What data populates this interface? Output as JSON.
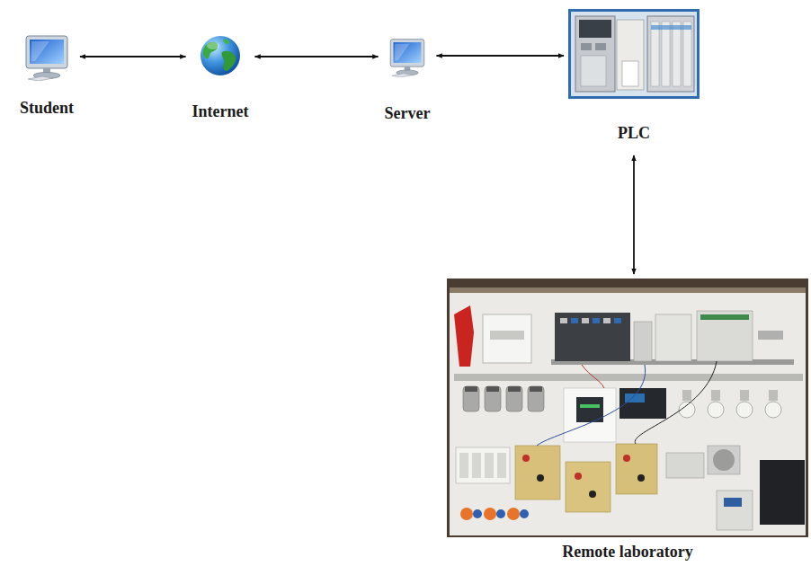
{
  "diagram": {
    "nodes": [
      {
        "text": [
          "Student"
        ]
      },
      {
        "text": [
          "Internet"
        ]
      },
      {
        "text": [
          "Server"
        ]
      },
      {
        "text": [
          "PLC"
        ]
      },
      {
        "text": [
          "Remote laboratory"
        ]
      }
    ],
    "edges": [
      {
        "from": 0,
        "to": 1,
        "arrow": "both"
      },
      {
        "from": 1,
        "to": 2,
        "arrow": "both"
      },
      {
        "from": 2,
        "to": 3,
        "arrow": "both"
      },
      {
        "from": 3,
        "to": 4,
        "arrow": "both"
      }
    ]
  }
}
